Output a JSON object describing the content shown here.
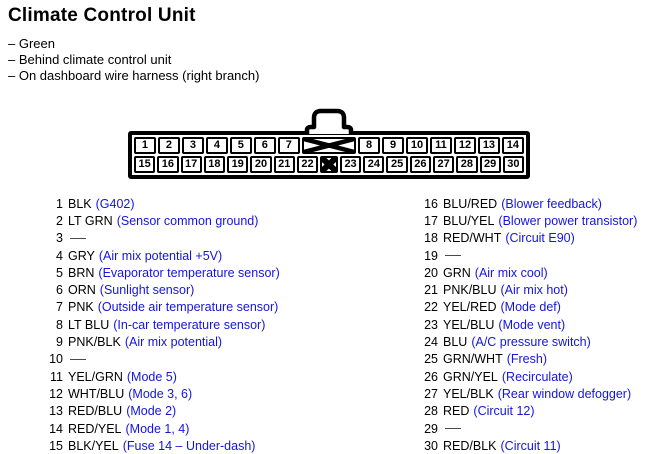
{
  "title": "Climate Control Unit",
  "notes": [
    "– Green",
    "– Behind climate control unit",
    "– On dashboard wire harness (right branch)"
  ],
  "colors": {
    "text": "#000000",
    "description_blue": "#1515dd",
    "connector_outline": "#000000"
  },
  "connector": {
    "label": "30-pin climate control unit connector",
    "top_row": [
      "1",
      "2",
      "3",
      "4",
      "5",
      "6",
      "7",
      {
        "blocked": "wide"
      },
      "8",
      "9",
      "10",
      "11",
      "12",
      "13",
      "14"
    ],
    "bottom_row": [
      "15",
      "16",
      "17",
      "18",
      "19",
      "20",
      "21",
      "22",
      {
        "blocked": "small"
      },
      "23",
      "24",
      "25",
      "26",
      "27",
      "28",
      "29",
      "30"
    ]
  },
  "pins_left": [
    {
      "num": "1",
      "color": "BLK",
      "desc": "(G402)"
    },
    {
      "num": "2",
      "color": "LT GRN",
      "desc": "(Sensor common ground)"
    },
    {
      "num": "3",
      "color": "",
      "desc": ""
    },
    {
      "num": "4",
      "color": "GRY",
      "desc": "(Air mix potential +5V)"
    },
    {
      "num": "5",
      "color": "BRN",
      "desc": "(Evaporator temperature sensor)"
    },
    {
      "num": "6",
      "color": "ORN",
      "desc": "(Sunlight sensor)"
    },
    {
      "num": "7",
      "color": "PNK",
      "desc": "(Outside air temperature sensor)"
    },
    {
      "num": "8",
      "color": "LT BLU",
      "desc": "(In-car temperature sensor)"
    },
    {
      "num": "9",
      "color": "PNK/BLK",
      "desc": "(Air mix potential)"
    },
    {
      "num": "10",
      "color": "",
      "desc": ""
    },
    {
      "num": "11",
      "color": "YEL/GRN",
      "desc": "(Mode 5)"
    },
    {
      "num": "12",
      "color": "WHT/BLU",
      "desc": "(Mode 3, 6)"
    },
    {
      "num": "13",
      "color": "RED/BLU",
      "desc": "(Mode 2)"
    },
    {
      "num": "14",
      "color": "RED/YEL",
      "desc": "(Mode 1, 4)"
    },
    {
      "num": "15",
      "color": "BLK/YEL",
      "desc": "(Fuse 14 – Under-dash)"
    }
  ],
  "pins_right": [
    {
      "num": "16",
      "color": "BLU/RED",
      "desc": "(Blower feedback)"
    },
    {
      "num": "17",
      "color": "BLU/YEL",
      "desc": "(Blower power transistor)"
    },
    {
      "num": "18",
      "color": "RED/WHT",
      "desc": "(Circuit E90)"
    },
    {
      "num": "19",
      "color": "",
      "desc": ""
    },
    {
      "num": "20",
      "color": "GRN",
      "desc": "(Air mix cool)"
    },
    {
      "num": "21",
      "color": "PNK/BLU",
      "desc": "(Air mix hot)"
    },
    {
      "num": "22",
      "color": "YEL/RED",
      "desc": "(Mode def)"
    },
    {
      "num": "23",
      "color": "YEL/BLU",
      "desc": "(Mode vent)"
    },
    {
      "num": "24",
      "color": "BLU",
      "desc": "(A/C pressure switch)"
    },
    {
      "num": "25",
      "color": "GRN/WHT",
      "desc": "(Fresh)"
    },
    {
      "num": "26",
      "color": "GRN/YEL",
      "desc": "(Recirculate)"
    },
    {
      "num": "27",
      "color": "YEL/BLK",
      "desc": "(Rear window defogger)"
    },
    {
      "num": "28",
      "color": "RED",
      "desc": "(Circuit 12)"
    },
    {
      "num": "29",
      "color": "",
      "desc": ""
    },
    {
      "num": "30",
      "color": "RED/BLK",
      "desc": "(Circuit 11)"
    }
  ]
}
